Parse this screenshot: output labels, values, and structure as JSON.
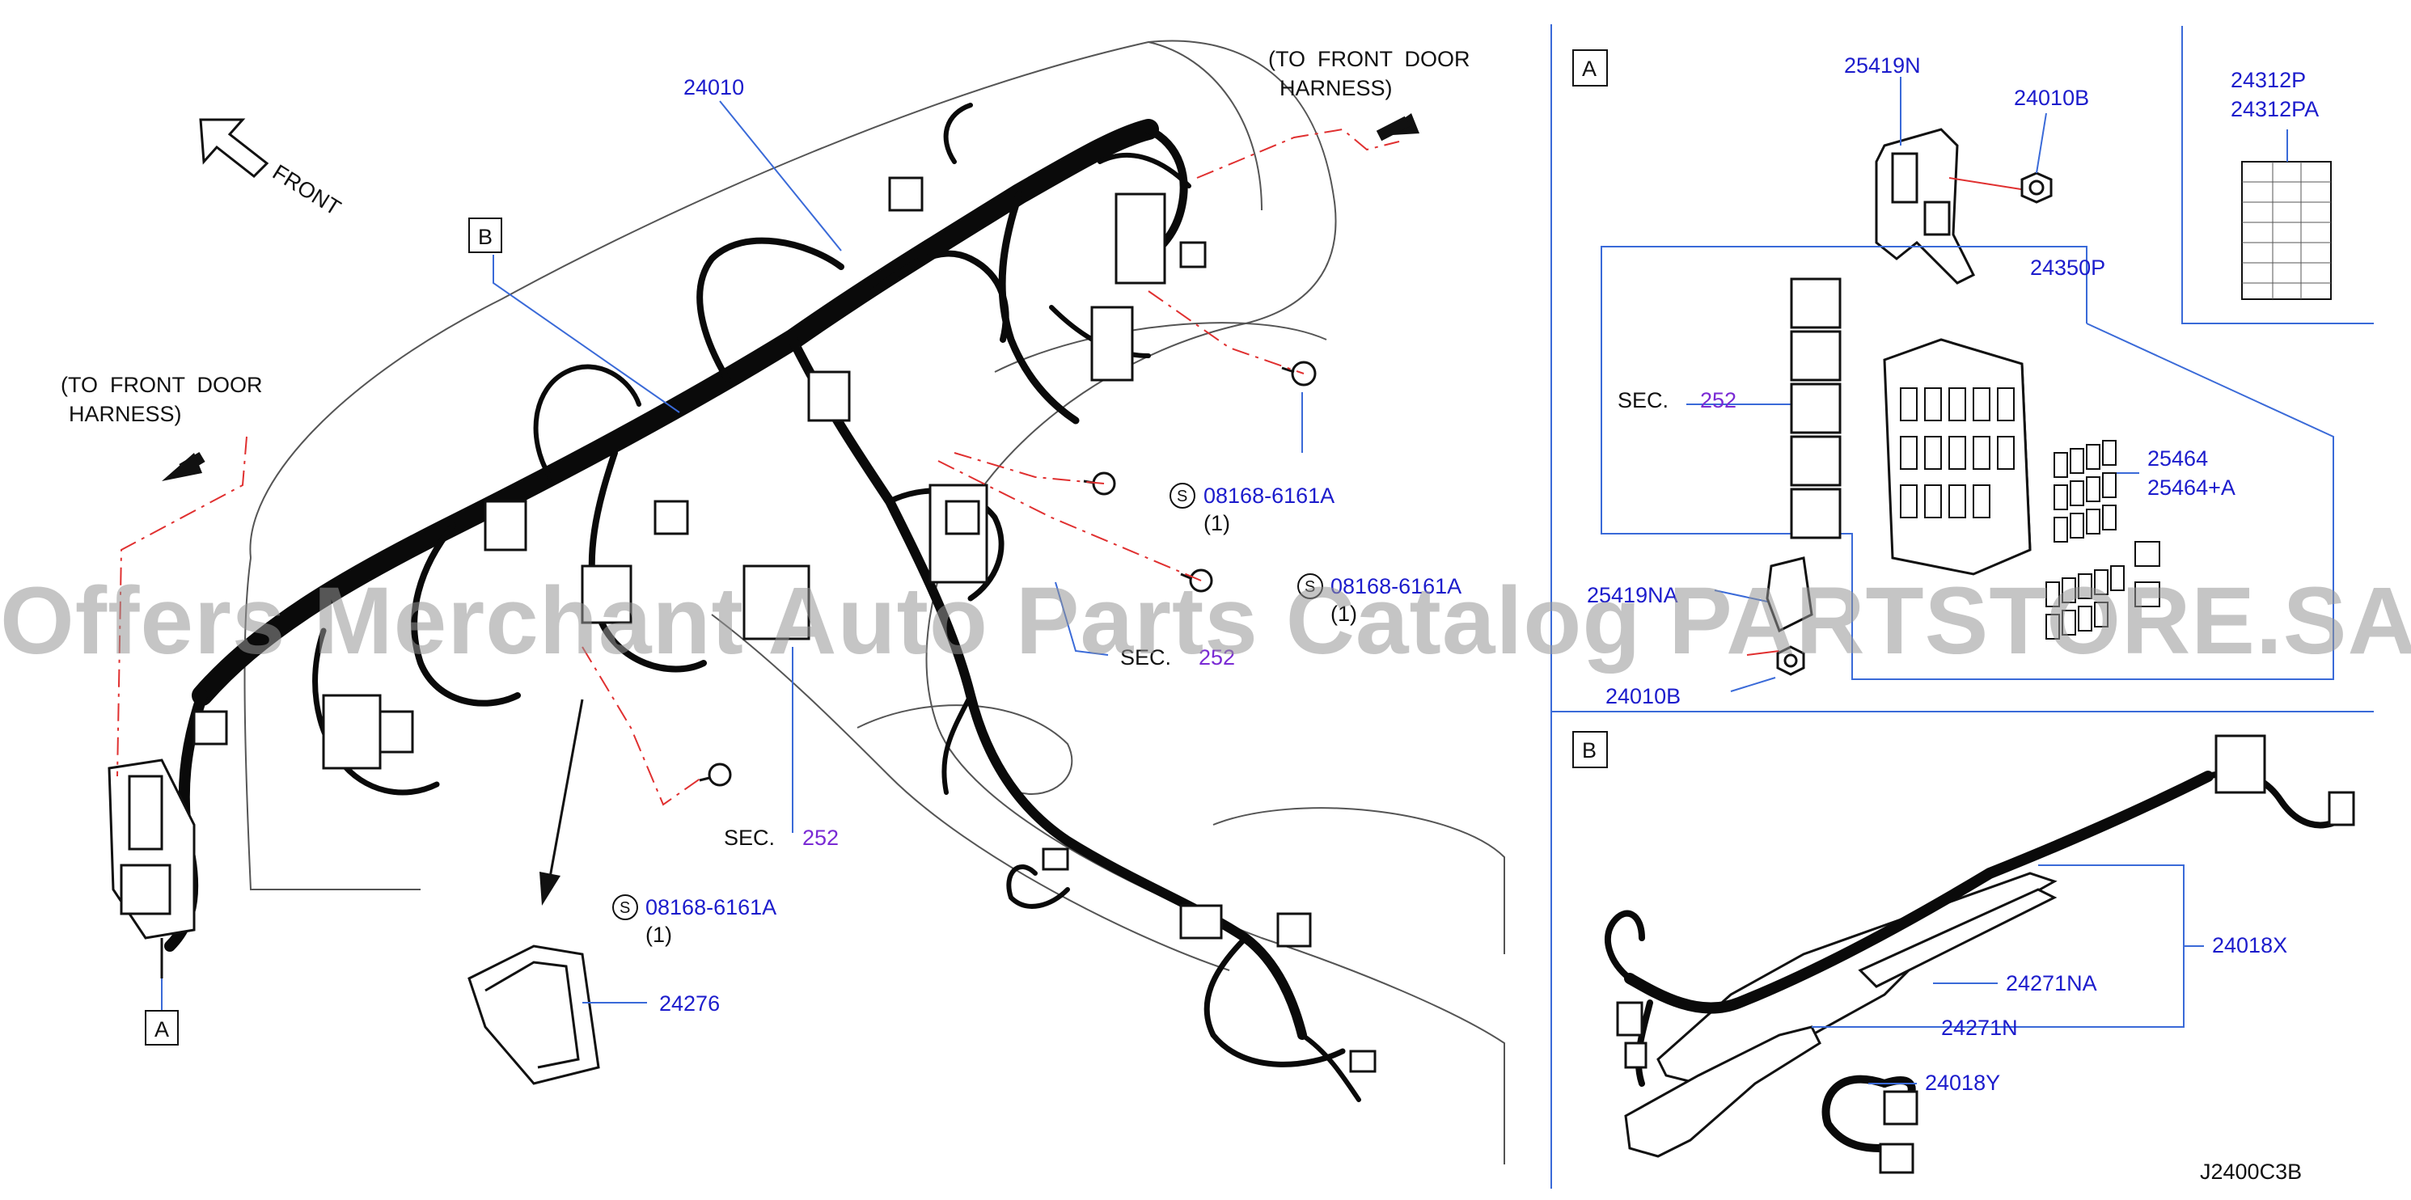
{
  "diagram_code": "J2400C3B",
  "watermark": "Offers Merchant Auto Parts Catalog PARTSTORE.SA",
  "direction": {
    "front": "FRONT"
  },
  "notes": {
    "front_door_harness_right": [
      "(TO  FRONT  DOOR",
      "HARNESS)"
    ],
    "front_door_harness_left": [
      "(TO  FRONT  DOOR",
      "HARNESS)"
    ]
  },
  "views": {
    "a": "A",
    "b": "B"
  },
  "main_parts": {
    "harness_main": "24010",
    "fuse_cover": "24276",
    "sec_prefix": "SEC.",
    "sec_number": "252",
    "screw_symbol": "S",
    "screw_part": "08168-6161A",
    "screw_qty": "(1)"
  },
  "view_a_parts": {
    "bracket": "25419N",
    "bracket_na": "25419NA",
    "bolt": "24010B",
    "label_1": "24312P",
    "label_2": "24312PA",
    "fuse_block": "24350P",
    "fuse_1": "25464",
    "fuse_2": "25464+A",
    "sec_prefix": "SEC.",
    "sec_number": "252"
  },
  "view_b_parts": {
    "harness_x": "24018X",
    "harness_y": "24018Y",
    "protector_na": "24271NA",
    "protector_n": "24271N"
  },
  "colors": {
    "label_blue": "#1c1ccc",
    "sec_purple": "#7a2ad4",
    "dash_red": "#e03030",
    "leader_blue": "#3a6ad8"
  }
}
